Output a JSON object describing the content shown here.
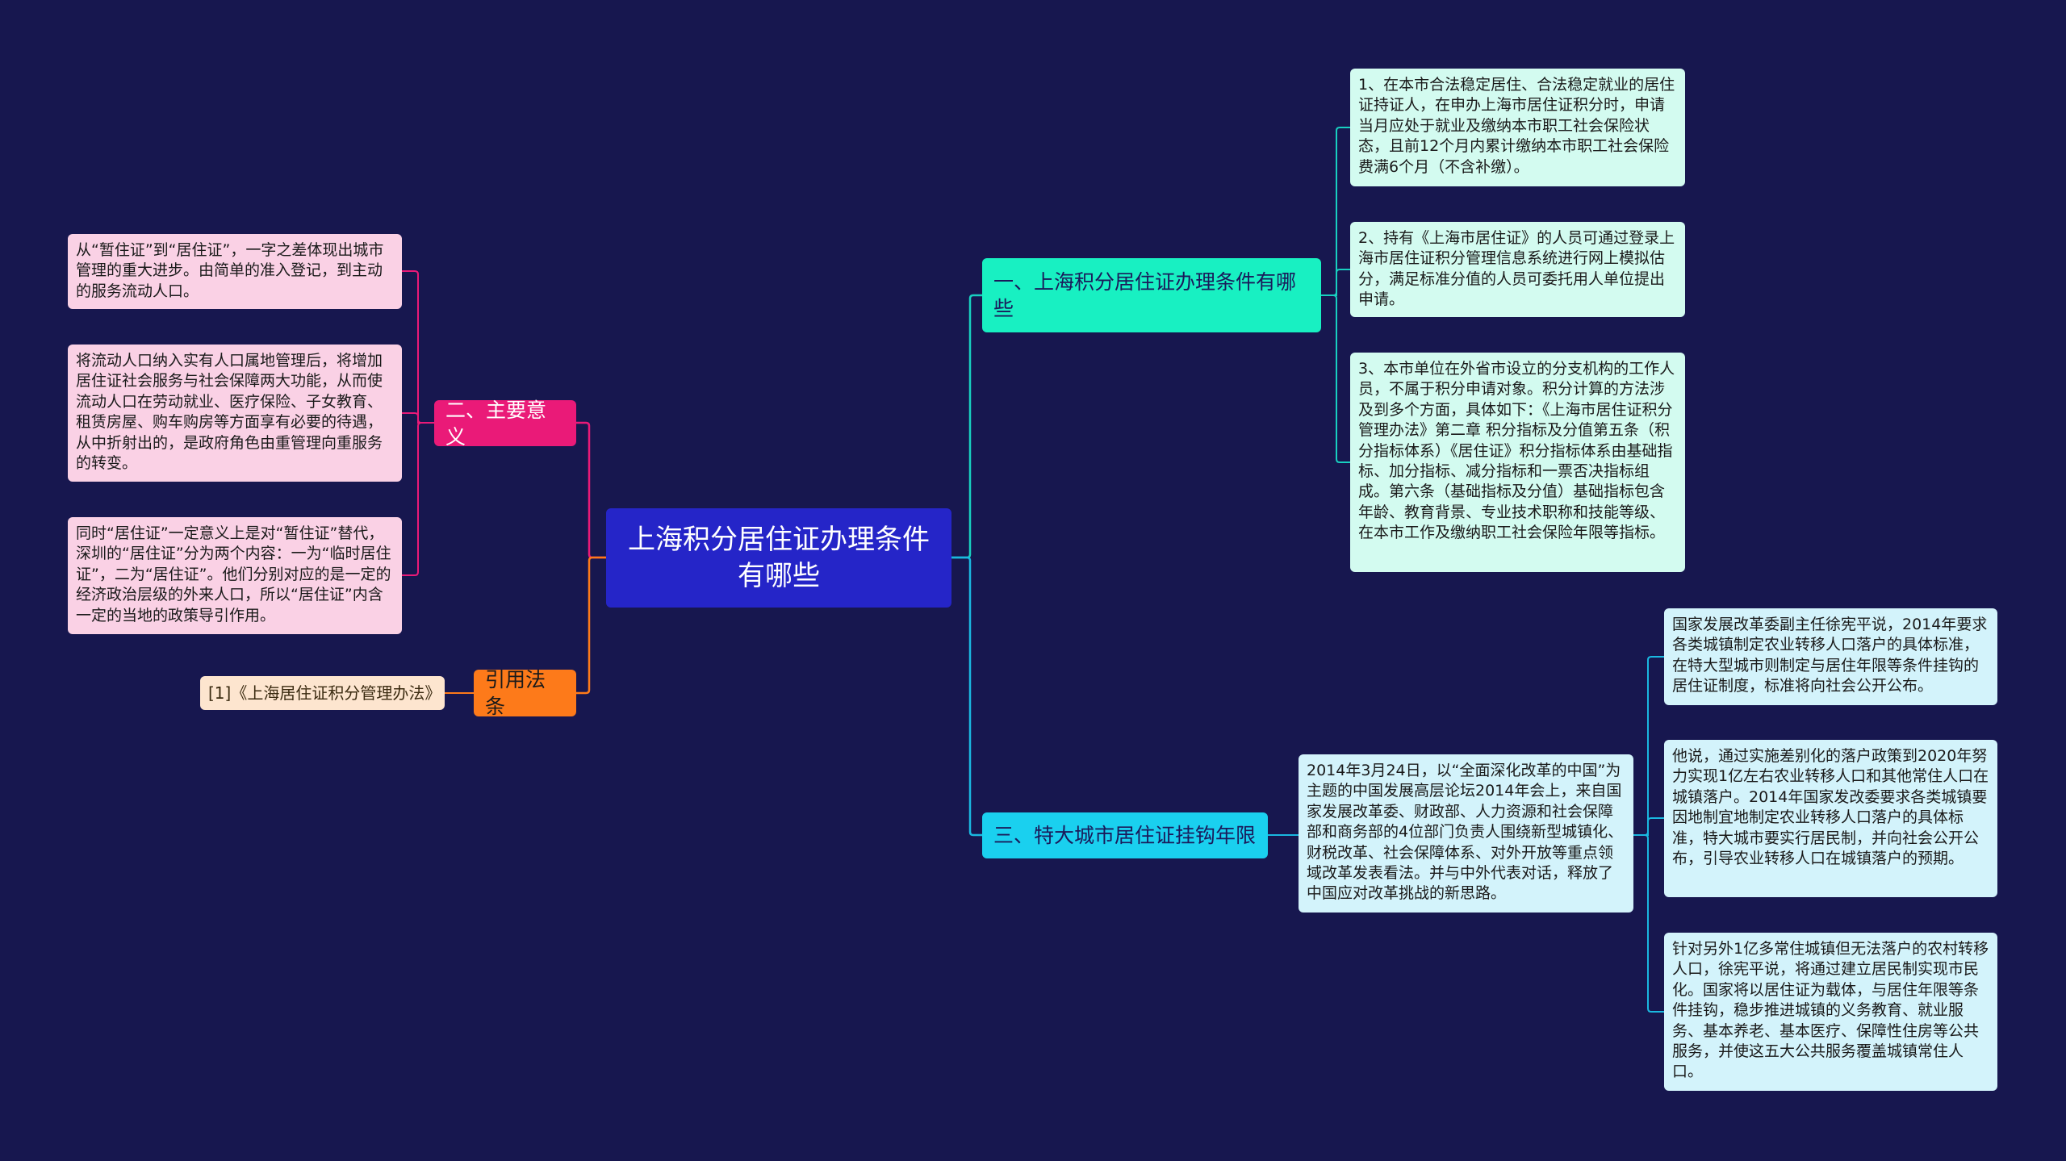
{
  "root": {
    "title": "上海积分居住证办理条件有哪些"
  },
  "branches": {
    "b1": {
      "label": "一、上海积分居住证办理条件有哪些",
      "leaves": [
        "1、在本市合法稳定居住、合法稳定就业的居住证持证人，在申办上海市居住证积分时，申请当月应处于就业及缴纳本市职工社会保险状态，且前12个月内累计缴纳本市职工社会保险费满6个月（不含补缴）。",
        "2、持有《上海市居住证》的人员可通过登录上海市居住证积分管理信息系统进行网上模拟估分，满足标准分值的人员可委托用人单位提出申请。",
        "3、本市单位在外省市设立的分支机构的工作人员，不属于积分申请对象。积分计算的方法涉及到多个方面，具体如下：《上海市居住证积分管理办法》第二章 积分指标及分值第五条（积分指标体系）《居住证》积分指标体系由基础指标、加分指标、减分指标和一票否决指标组成。第六条（基础指标及分值）基础指标包含年龄、教育背景、专业技术职称和技能等级、在本市工作及缴纳职工社会保险年限等指标。"
      ]
    },
    "b2": {
      "label": "二、主要意义",
      "leaves": [
        "从“暂住证”到“居住证”，一字之差体现出城市管理的重大进步。由简单的准入登记，到主动的服务流动人口。",
        "将流动人口纳入实有人口属地管理后，将增加居住证社会服务与社会保障两大功能，从而使流动人口在劳动就业、医疗保险、子女教育、租赁房屋、购车购房等方面享有必要的待遇，从中折射出的，是政府角色由重管理向重服务的转变。",
        "同时“居住证”一定意义上是对“暂住证”替代，深圳的“居住证”分为两个内容：一为“临时居住证”，二为“居住证”。他们分别对应的是一定的经济政治层级的外来人口，所以“居住证”内含一定的当地的政策导引作用。"
      ]
    },
    "b3": {
      "label": "三、特大城市居住证挂钩年限",
      "middle": "2014年3月24日，以“全面深化改革的中国”为主题的中国发展高层论坛2014年会上，来自国家发展改革委、财政部、人力资源和社会保障部和商务部的4位部门负责人围绕新型城镇化、财税改革、社会保障体系、对外开放等重点领域改革发表看法。并与中外代表对话，释放了中国应对改革挑战的新思路。",
      "leaves": [
        "国家发展改革委副主任徐宪平说，2014年要求各类城镇制定农业转移人口落户的具体标准，在特大型城市则制定与居住年限等条件挂钩的居住证制度，标准将向社会公开公布。",
        "他说，通过实施差别化的落户政策到2020年努力实现1亿左右农业转移人口和其他常住人口在城镇落户。2014年国家发改委要求各类城镇要因地制宜地制定农业转移人口落户的具体标准，特大城市要实行居民制，并向社会公开公布，引导农业转移人口在城镇落户的预期。",
        "针对另外1亿多常住城镇但无法落户的农村转移人口，徐宪平说，将通过建立居民制实现市民化。国家将以居住证为载体，与居住年限等条件挂钩，稳步推进城镇的义务教育、就业服务、基本养老、基本医疗、保障性住房等公共服务，并使这五大公共服务覆盖城镇常住人口。"
      ]
    },
    "b4": {
      "label": "引用法条",
      "leaves": [
        "[1]《上海居住证积分管理办法》"
      ]
    }
  },
  "colors": {
    "background": "#17174f",
    "root": "#2525c8",
    "branch1": "#18f0c2",
    "branch2": "#ea1a78",
    "branch3": "#1ad0ef",
    "branch4": "#fd7a1a"
  }
}
